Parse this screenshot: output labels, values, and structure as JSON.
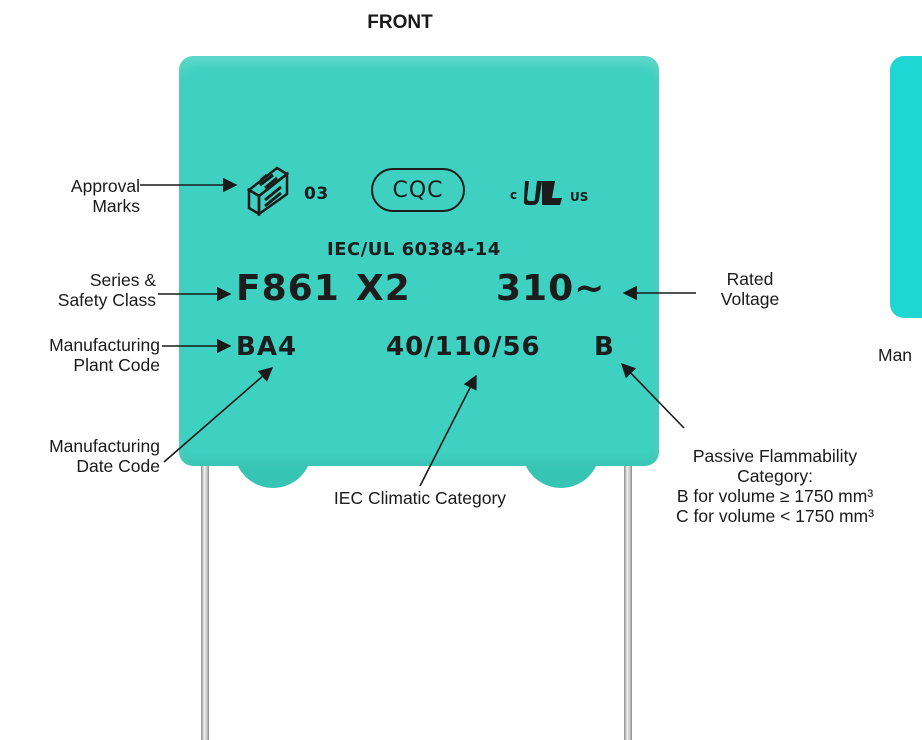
{
  "title": "FRONT",
  "marking": {
    "enec_number": "03",
    "cqc": "CQC",
    "ul_prefix": "c",
    "ul_suffix": "US",
    "standard": "IEC/UL 60384-14",
    "series": "F861",
    "safety_class": "X2",
    "voltage": "310~",
    "plant_code": "BA4",
    "climatic_category": "40/110/56",
    "flammability": "B"
  },
  "labels": {
    "approval_marks": [
      "Approval",
      "Marks"
    ],
    "series_safety_class": [
      "Series &",
      "Safety Class"
    ],
    "manufacturing_plant_code": [
      "Manufacturing",
      "Plant Code"
    ],
    "manufacturing_date_code": [
      "Manufacturing",
      "Date Code"
    ],
    "rated_voltage": [
      "Rated",
      "Voltage"
    ],
    "iec_climatic_category": "IEC Climatic Category",
    "passive_flammability": [
      "Passive Flammability",
      "Category:",
      "B for volume ≥ 1750 mm³",
      "C for volume < 1750 mm³"
    ],
    "back_partial": "Man"
  },
  "colors": {
    "body": "#3ed0c0",
    "body_back": "#1ed7d5",
    "text": "#1c1c1c"
  }
}
